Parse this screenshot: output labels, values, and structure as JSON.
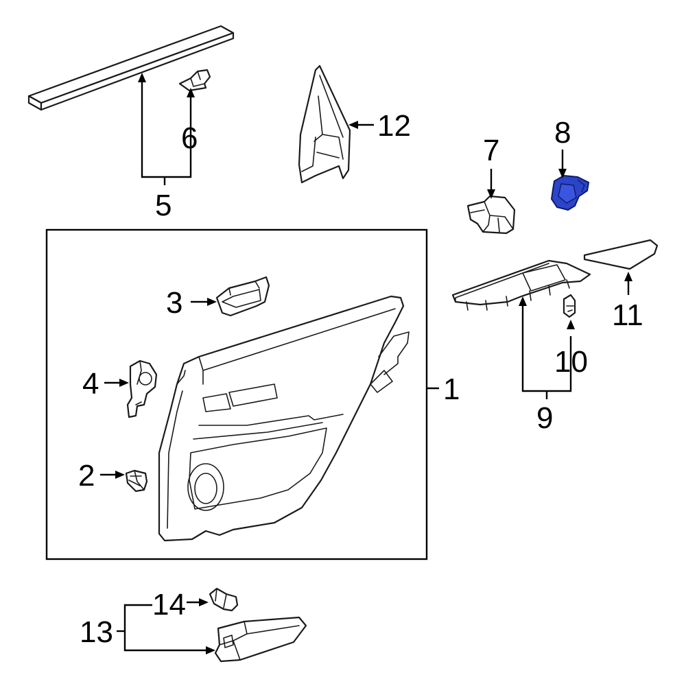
{
  "diagram": {
    "callouts": [
      {
        "id": "1",
        "label": "1"
      },
      {
        "id": "2",
        "label": "2"
      },
      {
        "id": "3",
        "label": "3"
      },
      {
        "id": "4",
        "label": "4"
      },
      {
        "id": "5",
        "label": "5"
      },
      {
        "id": "6",
        "label": "6"
      },
      {
        "id": "7",
        "label": "7"
      },
      {
        "id": "8",
        "label": "8"
      },
      {
        "id": "9",
        "label": "9"
      },
      {
        "id": "10",
        "label": "10"
      },
      {
        "id": "11",
        "label": "11"
      },
      {
        "id": "12",
        "label": "12"
      },
      {
        "id": "13",
        "label": "13"
      },
      {
        "id": "14",
        "label": "14"
      }
    ],
    "highlighted_part": "8",
    "colors": {
      "line": "#000000",
      "highlight_fill": "#2b44c8",
      "highlight_stroke": "#0d1a6e",
      "background": "#ffffff"
    }
  }
}
